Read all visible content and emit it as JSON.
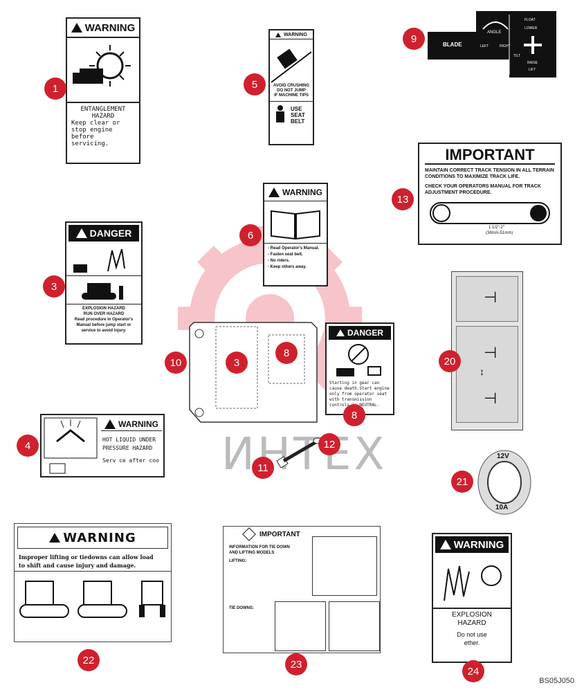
{
  "watermark": {
    "text": "ИНТЕХ"
  },
  "caption": "BS05J050",
  "decals": {
    "d1": {
      "header": "WARNING",
      "title1": "ENTANGLEMENT",
      "title2": "HAZARD",
      "body1": "Keep clear or",
      "body2": "stop engine before",
      "body3": "servicing."
    },
    "d3": {
      "header": "DANGER",
      "title1": "EXPLOSION HAZARD",
      "title2": "RUN OVER HAZARD",
      "body1": "Read procedure in Operator's",
      "body2": "Manual before jump start or",
      "body3": "service to avoid injury."
    },
    "d4": {
      "header": "WARNING",
      "line1": "HOT LIQUID UNDER",
      "line2": "PRESSURE HAZARD",
      "line3": "Serv ce after coo"
    },
    "d5": {
      "header": "WARNING",
      "body1": "AVOID CRUSHING",
      "body2": "DO NOT JUMP",
      "body3": "IF MACHINE TIPS",
      "use": "USE",
      "seat": "SEAT",
      "belt": "BELT"
    },
    "d6": {
      "header": "WARNING",
      "items": [
        "- Read Operator's Manual.",
        "- Fasten seat belt.",
        "- No riders.",
        "- Keep others away."
      ]
    },
    "d8": {
      "header": "DANGER",
      "body1": "Starting in gear can",
      "body2": "cause death.Start engine",
      "body3": "only from operator seat",
      "body4": "with transmission",
      "body5": "controls in NEUTRAL."
    },
    "d9": {
      "blade": "BLADE",
      "angle": "ANGLE",
      "left": "LEFT",
      "right": "RIGHT",
      "float": "FLOAT",
      "lower": "LOWER",
      "raise": "RAISE",
      "tilt": "TILT",
      "lift": "LIFT"
    },
    "d13": {
      "title": "IMPORTANT",
      "p1": "MAINTAIN CORRECT TRACK TENSION IN ALL TERRAIN CONDITIONS TO MAXIMIZE TRACK LIFE.",
      "p2": "CHECK YOUR OPERATORS MANUAL FOR TRACK ADJUSTMENT PROCEDURE.",
      "dim1": "1 1/2\"-2\"",
      "dim2": "(38mm-51mm)"
    },
    "d21": {
      "top": "12V",
      "bottom": "10A"
    },
    "d22": {
      "header": "WARNING",
      "line1": "Improper lifting or tiedowns can allow load",
      "line2": "to shift and cause injury and damage."
    },
    "d23": {
      "header": "IMPORTANT",
      "intro1": "INFORMATION FOR TIE DOWN",
      "intro2": "AND LIFTING MODELS",
      "lifting": "LIFTING:",
      "tiedown": "TIE DOWNS:"
    },
    "d24": {
      "header": "WARNING",
      "title1": "EXPLOSION",
      "title2": "HAZARD",
      "body1": "Do not use",
      "body2": "ether."
    }
  },
  "callouts": [
    "1",
    "3",
    "3",
    "4",
    "5",
    "6",
    "8",
    "8",
    "9",
    "10",
    "11",
    "12",
    "13",
    "20",
    "21",
    "22",
    "23",
    "24"
  ]
}
